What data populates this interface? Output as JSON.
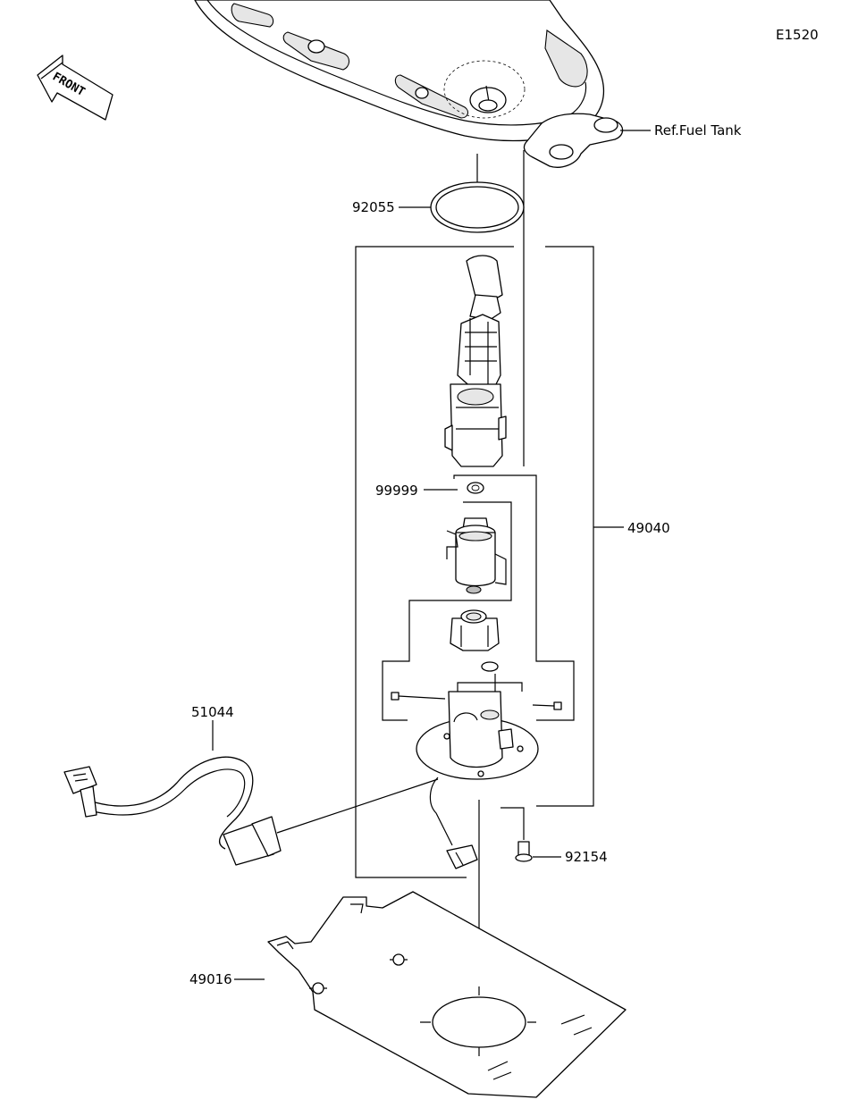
{
  "diagram_code": "E1520",
  "front_indicator": "FRONT",
  "reference": "Ref.Fuel Tank",
  "callouts": {
    "o_ring": "92055",
    "pump_assembly": "49040",
    "small_part": "99999",
    "wire_harness": "51044",
    "bolt": "92154",
    "gasket_plate": "49016"
  }
}
